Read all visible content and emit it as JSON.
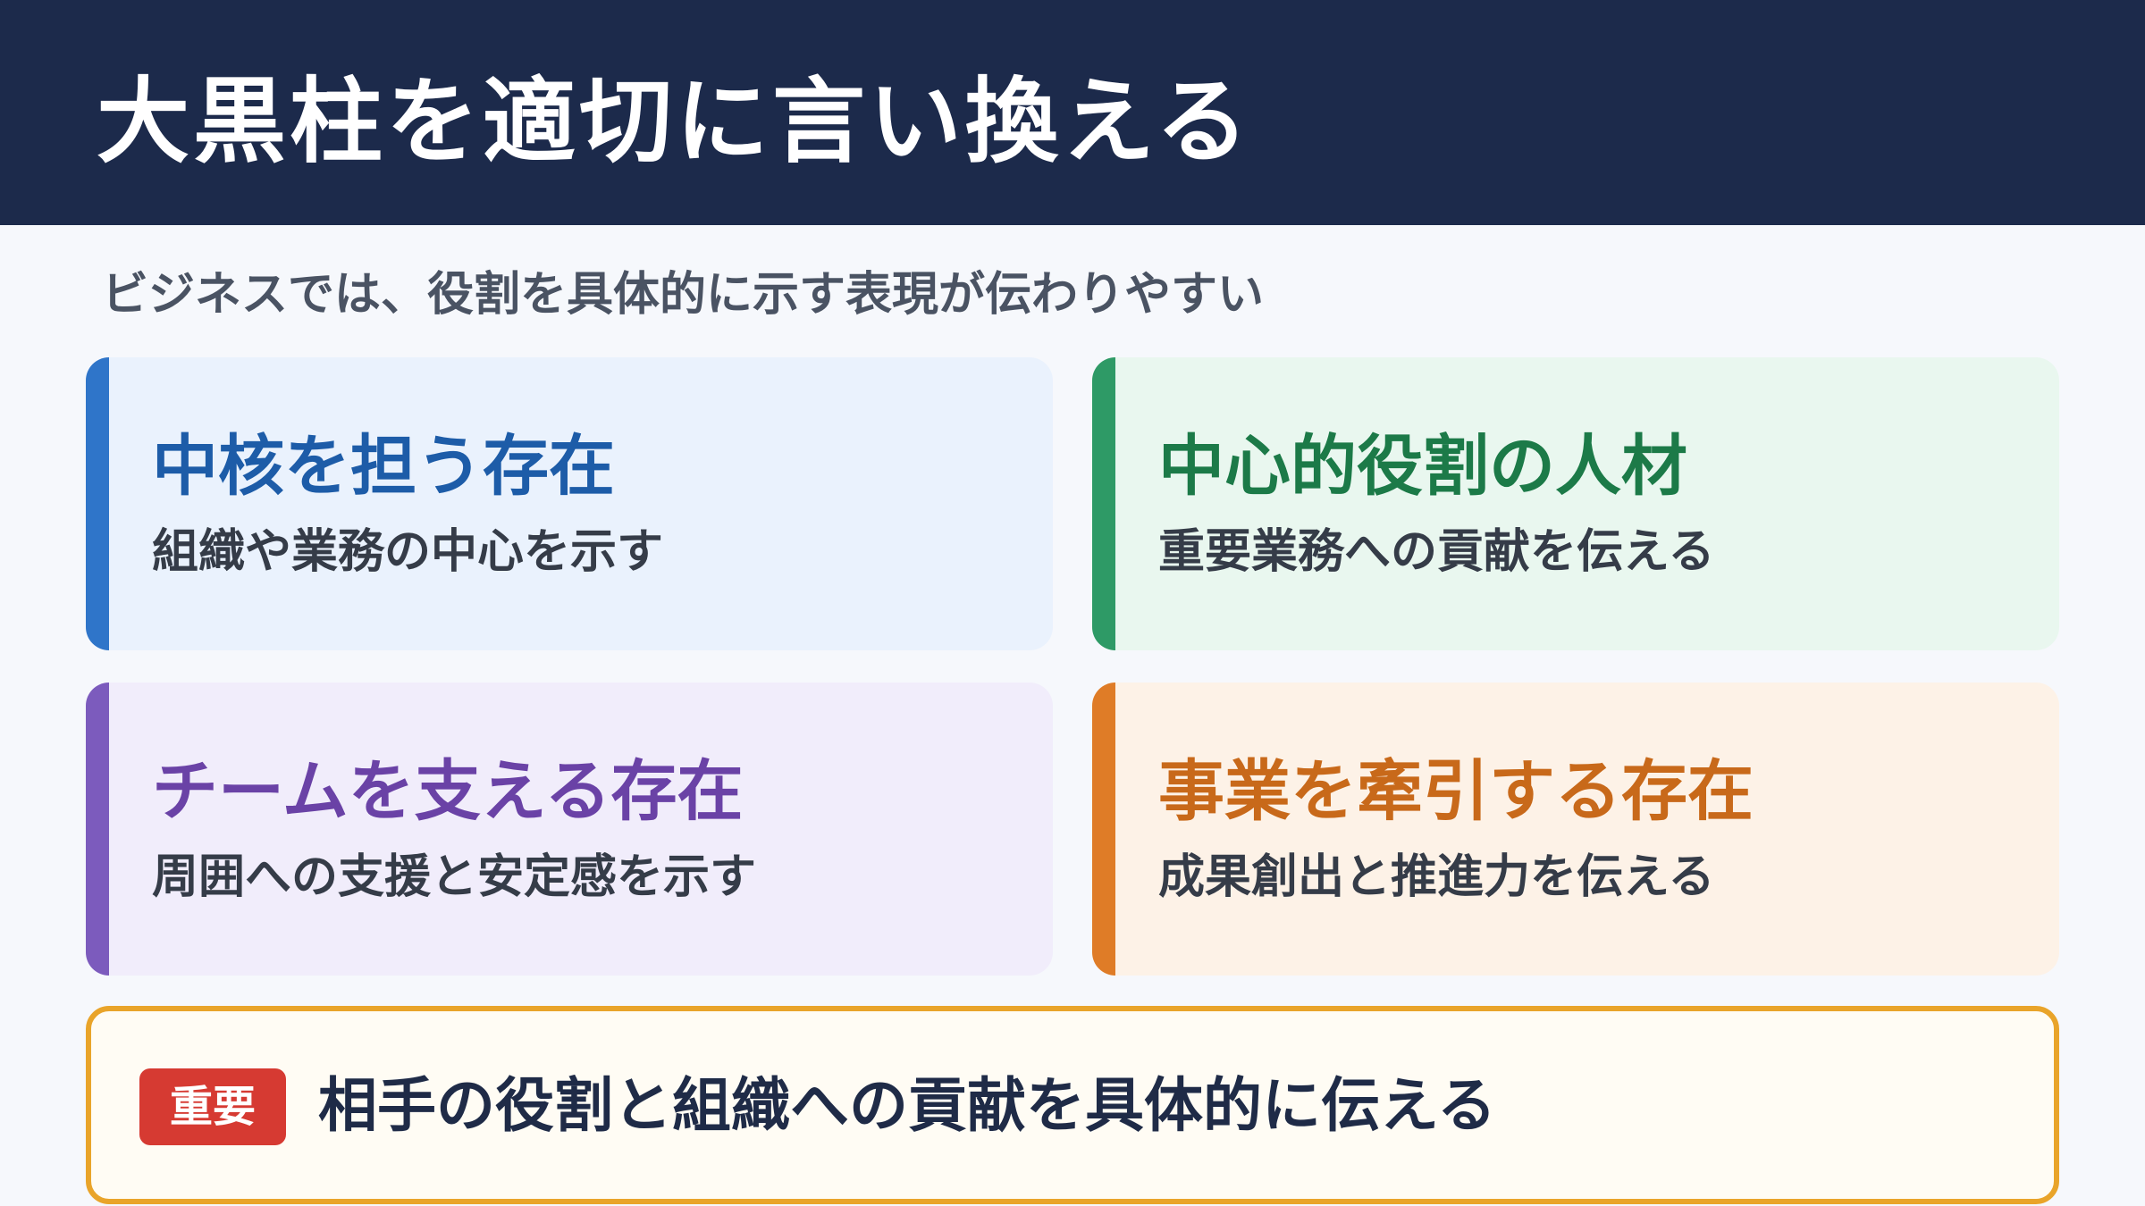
{
  "header": {
    "title": "大黒柱を適切に言い換える"
  },
  "subtitle": "ビジネスでは、役割を具体的に示す表現が伝わりやすい",
  "cards": [
    {
      "title": "中核を担う存在",
      "description": "組織や業務の中心を示す",
      "accent_color": "#2f75c9",
      "title_color": "#1d5ca8",
      "background_color": "#eaf2fd"
    },
    {
      "title": "中心的役割の人材",
      "description": "重要業務への貢献を伝える",
      "accent_color": "#2e9a66",
      "title_color": "#1c7a48",
      "background_color": "#e9f7ef"
    },
    {
      "title": "チームを支える存在",
      "description": "周囲への支援と安定感を示す",
      "accent_color": "#7c5bbd",
      "title_color": "#6a42a6",
      "background_color": "#f1edfb"
    },
    {
      "title": "事業を牽引する存在",
      "description": "成果創出と推進力を伝える",
      "accent_color": "#df7c27",
      "title_color": "#c8691a",
      "background_color": "#fdf2e7"
    }
  ],
  "note": {
    "badge": "重要",
    "text": "相手の役割と組織への貢献を具体的に伝える",
    "border_color": "#e9a42a",
    "badge_color": "#d63a32"
  }
}
